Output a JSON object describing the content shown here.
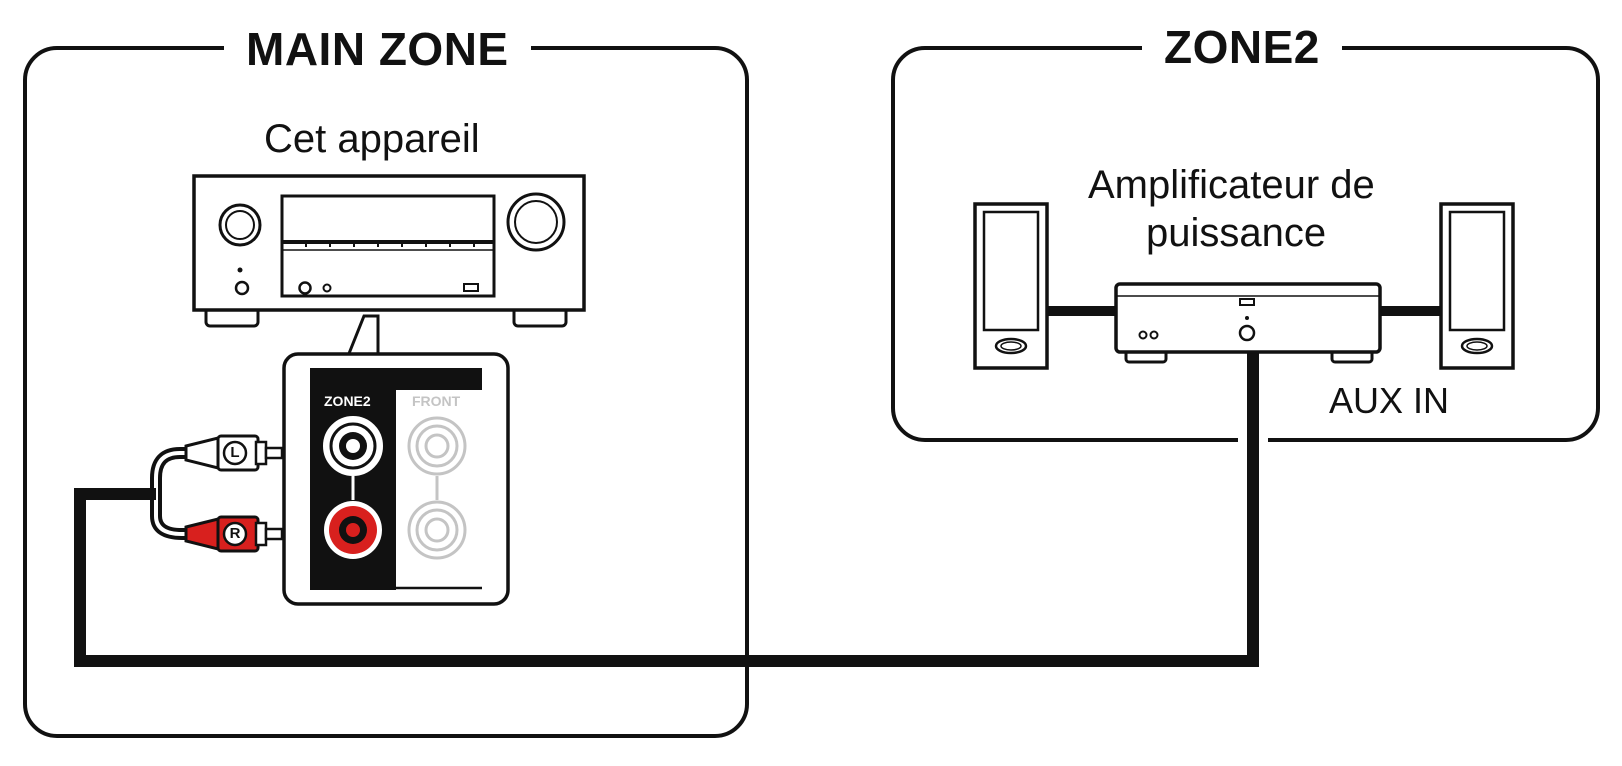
{
  "zones": {
    "main_zone_title": "MAIN ZONE",
    "zone2_title": "ZONE2"
  },
  "devices": {
    "receiver_label": "Cet appareil",
    "amplifier_label_line1": "Amplificateur de",
    "amplifier_label_line2": "puissance",
    "aux_in_label": "AUX IN"
  },
  "panel": {
    "zone2_jack_label": "ZONE2",
    "front_jack_label": "FRONT",
    "left_plug_letter": "L",
    "right_plug_letter": "R"
  },
  "colors": {
    "outline": "#111111",
    "right_channel": "#d8201e",
    "front_jack_gray": "#c4c4c4"
  }
}
